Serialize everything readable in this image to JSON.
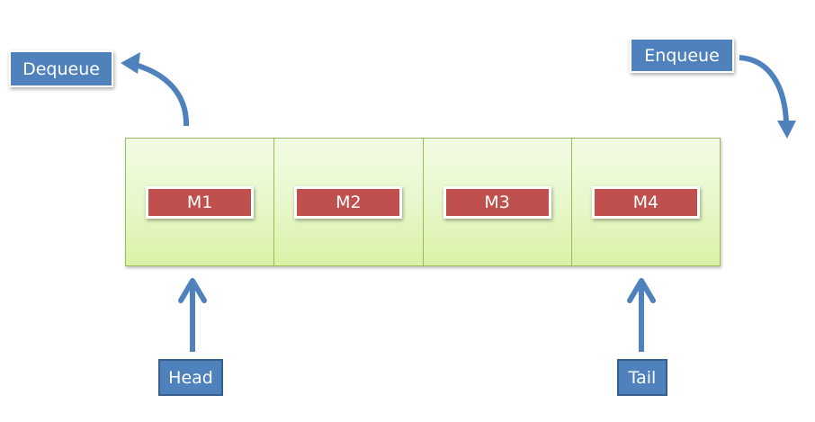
{
  "diagram": {
    "type": "queue",
    "operations": {
      "dequeue_label": "Dequeue",
      "enqueue_label": "Enqueue"
    },
    "pointers": {
      "head_label": "Head",
      "tail_label": "Tail"
    },
    "slots": [
      {
        "message": "M1"
      },
      {
        "message": "M2"
      },
      {
        "message": "M3"
      },
      {
        "message": "M4"
      }
    ],
    "colors": {
      "label_fill": "#4f81bd",
      "message_fill": "#c0504d",
      "slot_fill": "#e8f8cc",
      "slot_border": "#9bbb59",
      "arrow": "#4f81bd"
    }
  }
}
